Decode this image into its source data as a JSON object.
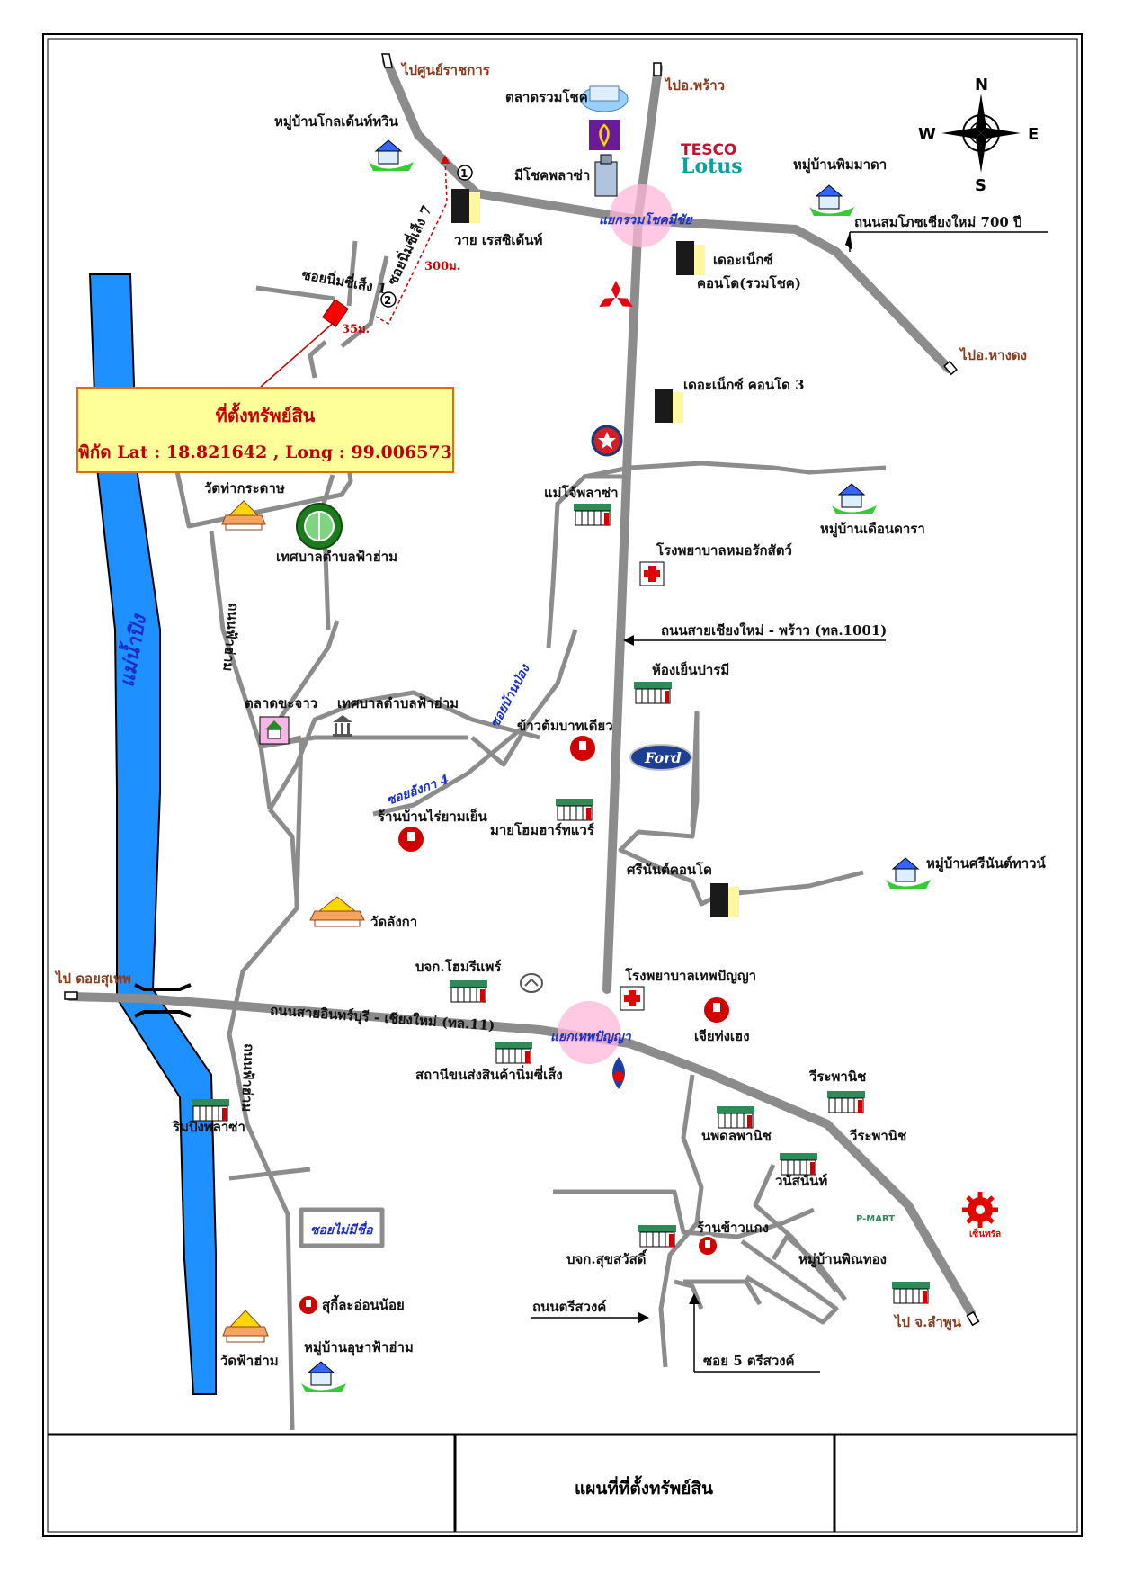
{
  "callout": {
    "title": "ที่ตั้งทรัพย์สิน",
    "coords": "พิกัด Lat : 18.821642 , Long : 99.006573"
  },
  "footer": {
    "title": "แผนที่ที่ตั้งทรัพย์สิน"
  },
  "compass": {
    "n": "N",
    "s": "S",
    "e": "E",
    "w": "W"
  },
  "river": {
    "name": "แม่น้ำปิง"
  },
  "destinations": {
    "gov_center": "ไปศูนย์ราชการ",
    "phrao": "ไปอ.พร้าว",
    "hang_dong": "ไปอ.หางดง",
    "doi_suthep": "ไป ดอยสุเทพ",
    "lamphun": "ไป จ.ลำพูน"
  },
  "intersections": {
    "ruamchok": "แยกรวมโชคมีชัย",
    "thep_panya": "แยกเทพปัญญา"
  },
  "roads": {
    "superhighway": "ถนนสมโภชเชียงใหม่ 700 ปี",
    "cm_phrao": "ถนนสายเชียงใหม่ - พร้าว (ทล.1001)",
    "inburi_cm": "ถนนสายอินทร์บุรี - เชียงใหม่ (ทล.11)",
    "fa_ham_1": "ถนนฟ้าฮ่าม",
    "fa_ham_2": "ถนนฟ้าฮ่าม",
    "trisawong": "ถนนตรีสวงค์",
    "soi5_trisawong": "ซอย 5 ตรีสวงค์",
    "soi_ban_pong": "ซอยบ้านป่อง",
    "soi_langka4": "ซอยลังกา 4",
    "soi_mai_mi_chue": "ซอยไม่มีชื่อ",
    "soi_nim1": "ซอยนิ่มซี่เส็ง 1",
    "soi_nim7": "ซอยนิ่มซี่เส็ง 7",
    "dist_300": "300ม.",
    "dist_35": "35ม."
  },
  "markers": {
    "m1": "1",
    "m2": "2"
  },
  "places": {
    "golden_twin": "หมู่บ้านโกลเด้นท์ทวิน",
    "ruamchok_market": "ตลาดรวมโชค",
    "michok_plaza": "มีโชคพลาซ่า",
    "tesco": "TESCO",
    "lotus": "Lotus",
    "pimmada": "หมู่บ้านพิมมาดา",
    "why_residence": "วาย เรสซิเด้นท์",
    "the_nexe": "เดอะเน็กซ์",
    "condo_ruamchok": "คอนโด(รวมโชค)",
    "the_nexe_3": "เดอะเน็กซ์ คอนโด 3",
    "wat_tha_kradat": "วัดท่ากระดาษ",
    "fa_ham_municipality": "เทศบาลตำบลฟ้าฮ่าม",
    "mae_jo_plaza": "แม่โจ้พลาซ่า",
    "duean_dara": "หมู่บ้านเดือนดารา",
    "vet_hospital": "โรงพยาบาลหมอรักสัตว์",
    "hong_yen": "ห้องเย็นปารมี",
    "kad_jaeo": "ตลาดขะจาว",
    "fa_ham_municipality_2": "เทศบาลตำบลฟ้าฮ่าม",
    "khao_tom": "ข้าวต้มบาทเดียว",
    "ford": "Ford",
    "rai_yam_yen": "ร้านบ้านไร่ยามเย็น",
    "my_home": "มายโฮมฮาร์ทแวร์",
    "srinan_condo": "ศรีนันต์คอนโด",
    "srinan_town": "หมู่บ้านศรีนันต์ทาวน์",
    "wat_langka": "วัดลังกา",
    "home_repair": "บจก.โฮมรีแพร์",
    "thep_panya_hosp": "โรงพยาบาลเทพปัญญา",
    "jia_tong_heng": "เจียท่งเฮง",
    "nim_express": "สถานีขนส่งสินค้านิ่มซี่เส็ง",
    "ping_plaza": "ริมปิงพลาซ่า",
    "weera_1": "วีระพานิช",
    "noppadon": "นพดลพานิช",
    "weera_2": "วีระพานิช",
    "wanassanan": "วนัสนันท์",
    "khao_kaeng": "ร้านข้าวแกง",
    "suksawat": "บจก.สุขสวัสดิ์",
    "pinthong": "หมู่บ้านพิณทอง",
    "suki": "สุกี้ละอ่อนน้อย",
    "upha": "หมู่บ้านอุษาฟ้าฮ่าม",
    "wat_fa_ham": "วัดฟ้าฮ่าม",
    "pmart": "P-MART",
    "central": "เซ็นทรัล"
  }
}
